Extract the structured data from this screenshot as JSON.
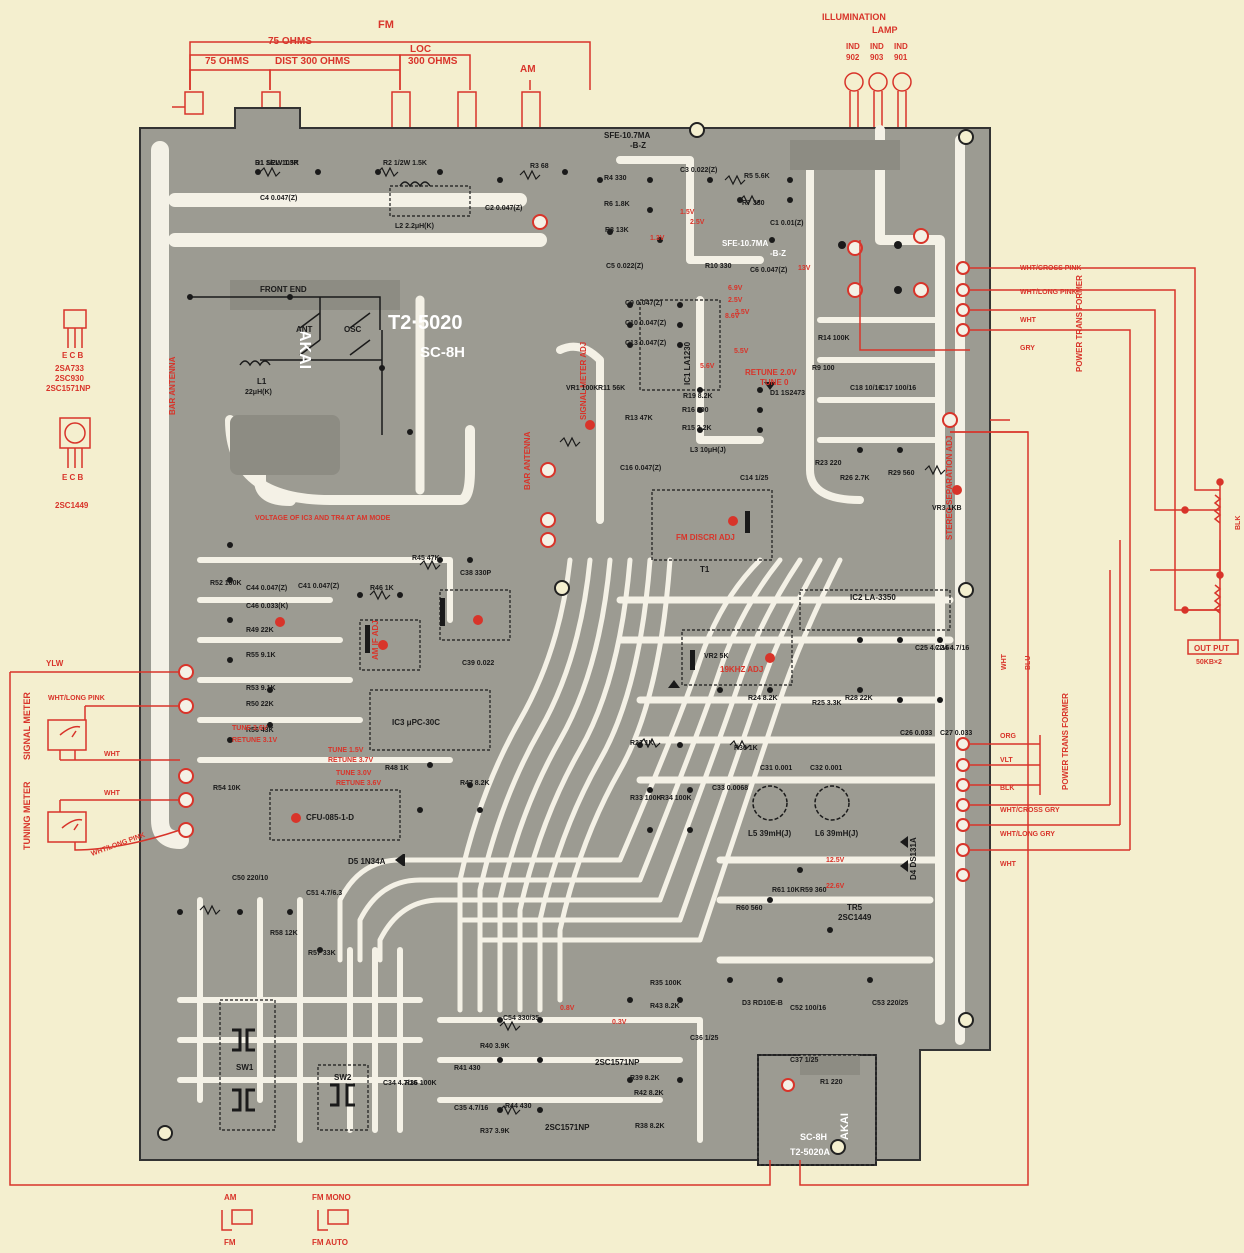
{
  "antenna": {
    "fm": "FM",
    "ohms75_top": "75 OHMS",
    "ohms75": "75 OHMS",
    "dist": "DIST 300 OHMS",
    "loc": "LOC",
    "loc300": "300 OHMS",
    "am": "AM"
  },
  "illumination": {
    "title": "ILLUMINATION",
    "lamp": "LAMP",
    "ind": "IND",
    "ind902": "902",
    "ind903": "903",
    "ind901": "901"
  },
  "board": {
    "model": "T2·5020",
    "code": "SC-8H",
    "brand": "AKAI",
    "sub_model": "T2-5020A",
    "sub_code": "SC-8H",
    "front_end": "FRONT END",
    "ant": "ANT",
    "osc": "OSC",
    "l1": "L1",
    "l1_val": "22μH(K)",
    "bar_antenna": "BAR ANTENNA",
    "sfe_top": "SFE-10.7MA",
    "sfe_top2": "-B-Z",
    "sfe_mid": "SFE-10.7MA",
    "sfe_mid2": "-B-Z",
    "ic1": "IC1 LA1230",
    "ic2": "IC2 LA-3350",
    "ic3": "IC3 μPC-30C",
    "voltage_note": "VOLTAGE OF IC3 AND TR4 AT AM MODE",
    "signal_meter_adj": "SIGNAL METER ADJ",
    "stereo_sep_adj": "STEREO SEPARATION ADJ",
    "fm_discri_adj": "FM DISCRI ADJ",
    "khz_adj": "19KHZ ADJ",
    "am_if_adj": "AM IF ADJ",
    "cfu": "CFU-085-1-D",
    "d5": "D5 1N34A",
    "t1": "T1",
    "l5": "L5 39mH(J)",
    "l6": "L6 39mH(J)",
    "tr5": "TR5",
    "tr5_type": "2SC1449",
    "tr3": "2SC1571NP",
    "tr2": "2SC1571NP",
    "d4": "D4 DS131A",
    "sw1": "SW1",
    "sw2": "SW2",
    "retune": "RETUNE 2.0V",
    "tune": "TUNE 0"
  },
  "transistors": {
    "pins": "E C B",
    "t1a": "2SA733",
    "t1b": "2SC930",
    "t1c": "2SC1571NP",
    "t2": "2SC1449",
    "pins2": "E C B"
  },
  "left_wiring": {
    "ylw": "YLW",
    "wht_long_pink": "WHT/LONG PINK",
    "signal_meter": "SIGNAL METER",
    "wht": "WHT",
    "wht2": "WHT",
    "tuning_meter": "TUNING METER",
    "wht_long_pink2": "WHT/LONG PINK"
  },
  "right_wiring": {
    "wht_cross_pink": "WHT/CROSS PINK",
    "wht_long_pink": "WHT/LONG PINK",
    "wht": "WHT",
    "gry": "GRY",
    "power_trans_former": "POWER TRANS FORMER",
    "org": "ORG",
    "vlt": "VLT",
    "blk": "BLK",
    "wht_cross_gry": "WHT/CROSS GRY",
    "wht_long_gry": "WHT/LONG GRY",
    "wht_bottom": "WHT",
    "power_trans_former2": "POWER TRANS FORMER",
    "out_put": "OUT PUT",
    "out_put_val": "50KB×2",
    "blk_side": "BLK",
    "wht_vert": "WHT",
    "blu_vert": "BLU"
  },
  "switches": {
    "am": "AM",
    "fm": "FM",
    "fm_mono": "FM MONO",
    "fm_auto": "FM AUTO"
  },
  "components": [
    "R1 1/2W 1.5K",
    "R2 1/2W 1.5K",
    "R3 68",
    "C4 0.047(Z)",
    "L2 2.2μH(K)",
    "C2 0.047(Z)",
    "R4 330",
    "R6 1.8K",
    "R8 13K",
    "C5 0.022(Z)",
    "C3 0.022(Z)",
    "R5 5.6K",
    "R7 330",
    "C1 0.01(Z)",
    "R10 330",
    "C6 0.047(Z)",
    "C9 0.047(Z)",
    "C10 0.047(Z)",
    "C13 0.047(Z)",
    "VR1 100K",
    "R11 56K",
    "R13 47K",
    "R19 8.2K",
    "R16 100",
    "R15 2.2K",
    "L3 10μH(J)",
    "C16 0.047(Z)",
    "C14 1/25",
    "D1 1S2473",
    "R9 100",
    "R14 100K",
    "C18 10/16",
    "C17 100/16",
    "R23 220",
    "R26 2.7K",
    "R29 560",
    "VR3 1KB",
    "R45 47K",
    "C38 330P",
    "R46 1K",
    "C41 0.047(Z)",
    "C44 0.047(Z)",
    "C46 0.033(K)",
    "R49 22K",
    "R52 100K",
    "R55 9.1K",
    "R53 9.1K",
    "R50 22K",
    "R56 43K",
    "R54 10K",
    "R48 1K",
    "R47 8.2K",
    "C39 0.022",
    "VR2 5K",
    "R24 8.2K",
    "R30 1K",
    "R22 1K",
    "R33 100K",
    "R34 100K",
    "C33 0.0068",
    "C31 0.001",
    "C32 0.001",
    "C26 0.033",
    "C27 0.033",
    "R25 3.3K",
    "R28 22K",
    "C25 4.7/16",
    "C24 4.7/16",
    "C50 220/10",
    "C51 4.7/6.3",
    "R58 12K",
    "R57 33K",
    "R61 10K",
    "R59 360",
    "R60 560",
    "D3 RD10E-B",
    "C52 100/16",
    "C53 220/25",
    "C54 330/35",
    "R40 3.9K",
    "R44 430",
    "R37 3.9K",
    "R41 430",
    "C35 4.7/16",
    "C34 4.7/16",
    "R36 100K",
    "R35 100K",
    "R43 8.2K",
    "R39 8.2K",
    "R42 8.2K",
    "R38 8.2K",
    "C36 1/25",
    "C37 1/25",
    "R1 220",
    "D1 SEL-103R"
  ],
  "voltages": [
    "1.5V",
    "2.5V",
    "1.3V",
    "6.9V",
    "2.5V",
    "3.5V",
    "5.5V",
    "5.6V",
    "8.6V",
    "13V",
    "22.6V",
    "12.5V",
    "TUNE 3.6V",
    "RETUNE 3.1V",
    "TUNE 1.5V",
    "RETUNE 3.7V",
    "TUNE 3.0V",
    "RETUNE 3.6V",
    "0.8V",
    "0.3V"
  ],
  "colors": {
    "board": "#9c9b92",
    "trace": "#f4f1e6",
    "paper": "#f4efcf",
    "red": "#d8342a"
  }
}
